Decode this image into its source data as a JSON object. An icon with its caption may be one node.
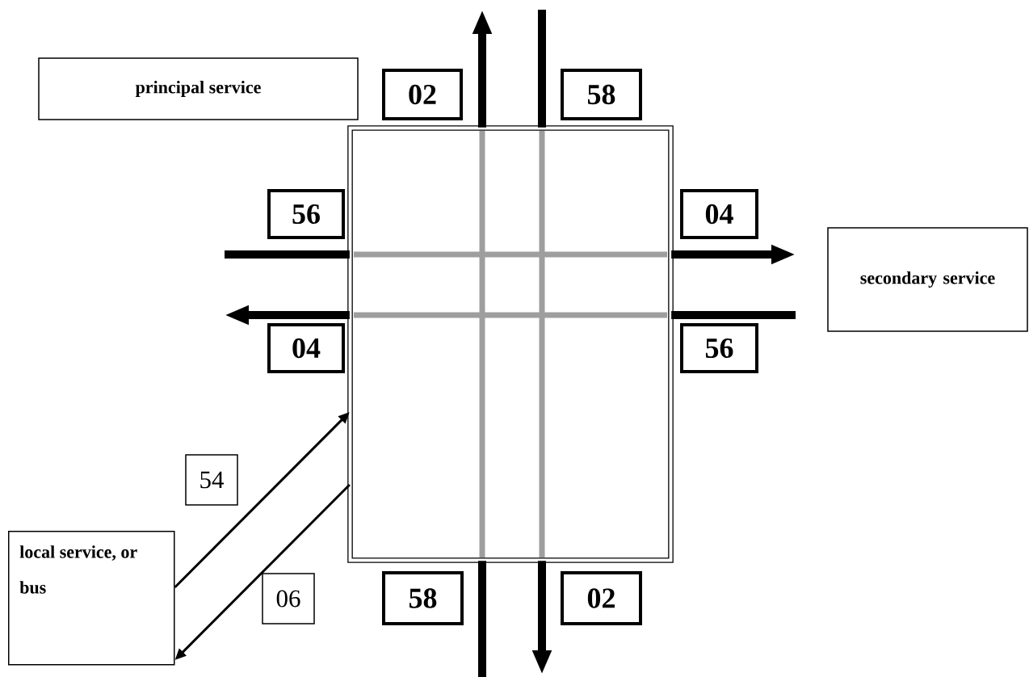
{
  "diagram": {
    "nodes": [
      {
        "text": [
          "principal service"
        ]
      },
      {
        "text": [
          "02"
        ]
      },
      {
        "text": [
          "58"
        ]
      },
      {
        "text": [],
        "shape": "box"
      },
      {
        "text": [
          "56"
        ]
      },
      {
        "text": [
          "04"
        ]
      },
      {
        "text": [
          "secondary service"
        ]
      },
      {
        "text": [
          "04"
        ]
      },
      {
        "text": [
          "56"
        ]
      },
      {
        "text": [
          "54"
        ]
      },
      {
        "text": [
          "local service, or bus"
        ]
      },
      {
        "text": [
          "06"
        ]
      },
      {
        "text": [
          "58"
        ]
      },
      {
        "text": [
          "02"
        ]
      }
    ],
    "edges": [
      {
        "from": 3,
        "to": null,
        "arrow": "to"
      },
      {
        "from": null,
        "to": 3,
        "arrow": "none"
      },
      {
        "from": 3,
        "to": null,
        "arrow": "to"
      },
      {
        "from": null,
        "to": 3,
        "arrow": "none"
      },
      {
        "from": 3,
        "to": null,
        "arrow": "to"
      },
      {
        "from": null,
        "to": 3,
        "arrow": "none"
      },
      {
        "from": 10,
        "to": 3,
        "arrow": "to"
      },
      {
        "from": 3,
        "to": 10,
        "arrow": "to"
      },
      {
        "from": 3,
        "to": null,
        "arrow": "to"
      },
      {
        "from": null,
        "to": 3,
        "arrow": "none"
      }
    ]
  }
}
